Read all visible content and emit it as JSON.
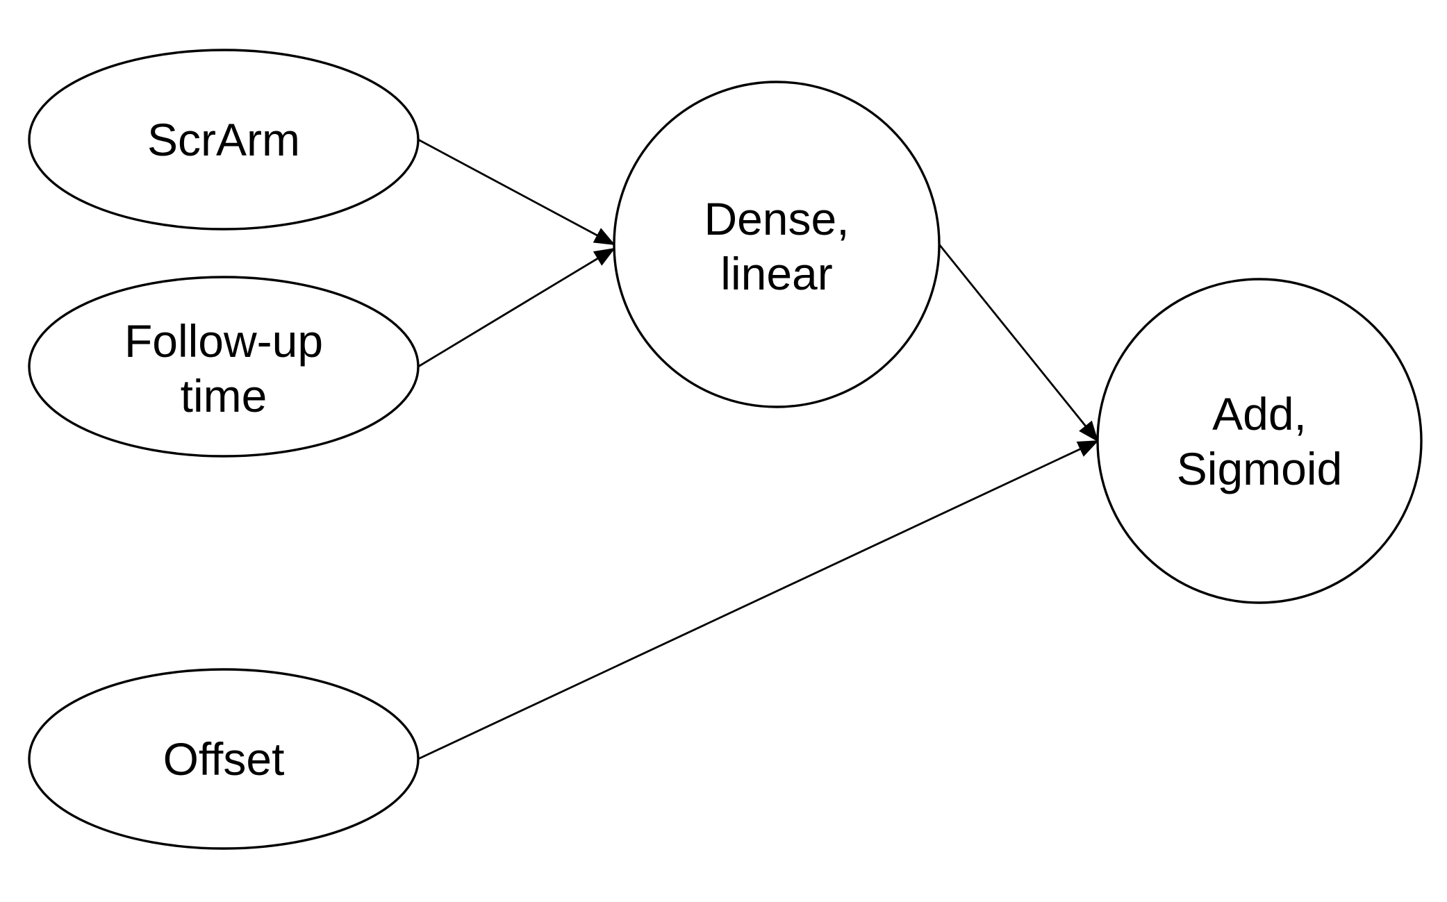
{
  "diagram": {
    "nodes": [
      {
        "id": "scrarm",
        "shape": "ellipse",
        "lines": [
          "ScrArm"
        ]
      },
      {
        "id": "followup",
        "shape": "ellipse",
        "lines": [
          "Follow-up",
          "time"
        ]
      },
      {
        "id": "offset",
        "shape": "ellipse",
        "lines": [
          "Offset"
        ]
      },
      {
        "id": "dense",
        "shape": "circle",
        "lines": [
          "Dense,",
          "linear"
        ]
      },
      {
        "id": "add",
        "shape": "circle",
        "lines": [
          "Add,",
          "Sigmoid"
        ]
      }
    ],
    "edges": [
      {
        "from": "scrarm",
        "to": "dense"
      },
      {
        "from": "followup",
        "to": "dense"
      },
      {
        "from": "dense",
        "to": "add"
      },
      {
        "from": "offset",
        "to": "add"
      }
    ]
  }
}
